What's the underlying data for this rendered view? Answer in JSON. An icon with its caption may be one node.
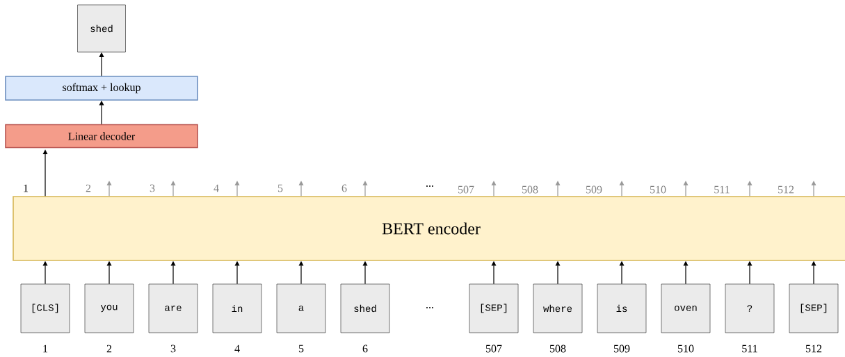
{
  "diagram": {
    "nodes": [
      {
        "text": [
          "shed"
        ]
      },
      {
        "text": [
          "softmax + lookup"
        ]
      },
      {
        "text": [
          "Linear decoder"
        ]
      },
      {
        "text": [
          "BERT encoder"
        ]
      },
      {
        "text": [
          "[CLS]"
        ]
      },
      {
        "text": [
          "you"
        ]
      },
      {
        "text": [
          "are"
        ]
      },
      {
        "text": [
          "in"
        ]
      },
      {
        "text": [
          "a"
        ]
      },
      {
        "text": [
          "shed"
        ]
      },
      {
        "text": [
          "[SEP]"
        ]
      },
      {
        "text": [
          "where"
        ]
      },
      {
        "text": [
          "is"
        ]
      },
      {
        "text": [
          "oven"
        ]
      },
      {
        "text": [
          "?"
        ]
      },
      {
        "text": [
          "[SEP]"
        ]
      }
    ],
    "edges": [
      {
        "from": 1,
        "to": 0,
        "arrow": "to"
      },
      {
        "from": 2,
        "to": 1,
        "arrow": "to"
      },
      {
        "from": 3,
        "to": 2,
        "arrow": "to"
      },
      {
        "from": 3,
        "to": null,
        "arrow": "to",
        "color": "#999999"
      },
      {
        "from": 3,
        "to": null,
        "arrow": "to",
        "color": "#999999"
      },
      {
        "from": 3,
        "to": null,
        "arrow": "to",
        "color": "#999999"
      },
      {
        "from": 3,
        "to": null,
        "arrow": "to",
        "color": "#999999"
      },
      {
        "from": 3,
        "to": null,
        "arrow": "to",
        "color": "#999999"
      },
      {
        "from": 3,
        "to": null,
        "arrow": "to",
        "color": "#999999"
      },
      {
        "from": 3,
        "to": null,
        "arrow": "to",
        "color": "#999999"
      },
      {
        "from": 3,
        "to": null,
        "arrow": "to",
        "color": "#999999"
      },
      {
        "from": 3,
        "to": null,
        "arrow": "to",
        "color": "#999999"
      },
      {
        "from": 3,
        "to": null,
        "arrow": "to",
        "color": "#999999"
      },
      {
        "from": 3,
        "to": null,
        "arrow": "to",
        "color": "#999999"
      },
      {
        "from": 4,
        "to": 3,
        "arrow": "to"
      },
      {
        "from": 5,
        "to": 3,
        "arrow": "to"
      },
      {
        "from": 6,
        "to": 3,
        "arrow": "to"
      },
      {
        "from": 7,
        "to": 3,
        "arrow": "to"
      },
      {
        "from": 8,
        "to": 3,
        "arrow": "to"
      },
      {
        "from": 9,
        "to": 3,
        "arrow": "to"
      },
      {
        "from": 10,
        "to": 3,
        "arrow": "to"
      },
      {
        "from": 11,
        "to": 3,
        "arrow": "to"
      },
      {
        "from": 12,
        "to": 3,
        "arrow": "to"
      },
      {
        "from": 13,
        "to": 3,
        "arrow": "to"
      },
      {
        "from": 14,
        "to": 3,
        "arrow": "to"
      },
      {
        "from": 15,
        "to": 3,
        "arrow": "to"
      }
    ],
    "labels": [
      "1",
      "2",
      "3",
      "4",
      "5",
      "6",
      "...",
      "507",
      "508",
      "509",
      "510",
      "511",
      "512",
      "...",
      "1",
      "2",
      "3",
      "4",
      "5",
      "6",
      "507",
      "508",
      "509",
      "510",
      "511",
      "512"
    ]
  }
}
